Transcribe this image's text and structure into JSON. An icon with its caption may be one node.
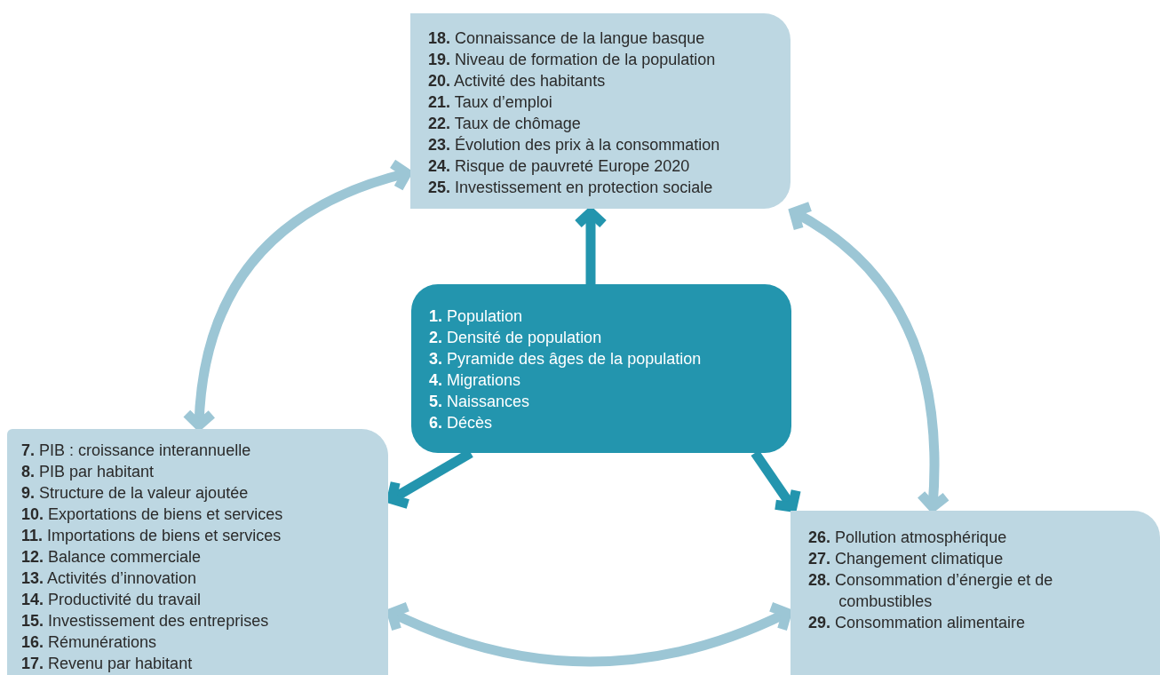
{
  "diagram": {
    "nodes": [
      {
        "text": [
          "**1.** Population",
          "**2.** Densité de population",
          "**3.** Pyramide des âges de la population",
          "**4.** Migrations",
          "**5.** Naissances",
          "**6.** Décès"
        ]
      },
      {
        "text": [
          "**18.** Connaissance de la langue basque",
          "**19.** Niveau de formation de la population",
          "**20.** Activité des habitants",
          "**21.** Taux d’emploi",
          "**22.** Taux de chômage",
          "**23.** Évolution des prix à la consommation",
          "**24.** Risque de pauvreté Europe 2020",
          "**25.** Investissement en protection sociale"
        ]
      },
      {
        "text": [
          "**7.** PIB : croissance interannuelle",
          "**8.** PIB par habitant",
          "**9.** Structure de la valeur ajoutée",
          "**10.** Exportations de biens et services",
          "**11.** Importations de biens et services",
          "**12.** Balance commerciale",
          "**13.** Activités d’innovation",
          "**14.** Productivité du travail",
          "**15.** Investissement des entreprises",
          "**16.** Rémunérations",
          "**17.** Revenu par habitant"
        ]
      },
      {
        "text": [
          "**26.** Pollution atmosphérique",
          "**27.** Changement climatique",
          "**28.** Consommation d’énergie et de combustibles",
          "**29.** Consommation alimentaire"
        ]
      }
    ],
    "edges": [
      {
        "from": 0,
        "to": 1,
        "arrow": "to",
        "color": "#2395ae"
      },
      {
        "from": 0,
        "to": 2,
        "arrow": "to",
        "color": "#2395ae"
      },
      {
        "from": 0,
        "to": 3,
        "arrow": "to",
        "color": "#2395ae"
      },
      {
        "from": 1,
        "to": 2,
        "arrow": "both",
        "color": "#9cc6d5"
      },
      {
        "from": 1,
        "to": 3,
        "arrow": "both",
        "color": "#9cc6d5"
      },
      {
        "from": 2,
        "to": 3,
        "arrow": "both",
        "color": "#9cc6d5"
      }
    ]
  }
}
